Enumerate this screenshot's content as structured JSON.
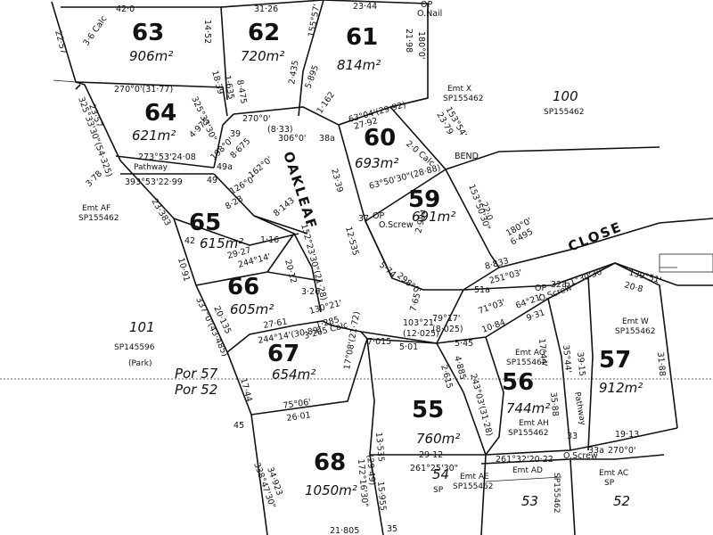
{
  "lots": [
    {
      "id": "63",
      "num": "63",
      "area": "906m²"
    },
    {
      "id": "62",
      "num": "62",
      "area": "720m²"
    },
    {
      "id": "61",
      "num": "61",
      "area": "814m²"
    },
    {
      "id": "64",
      "num": "64",
      "area": "621m²"
    },
    {
      "id": "60",
      "num": "60",
      "area": "693m²"
    },
    {
      "id": "59",
      "num": "59",
      "area": "691m²"
    },
    {
      "id": "65",
      "num": "65",
      "area": "615m²"
    },
    {
      "id": "66",
      "num": "66",
      "area": "605m²"
    },
    {
      "id": "67",
      "num": "67",
      "area": "654m²"
    },
    {
      "id": "56",
      "num": "56",
      "area": "744m²"
    },
    {
      "id": "57",
      "num": "57",
      "area": "912m²"
    },
    {
      "id": "55",
      "num": "55",
      "area": "760m²"
    },
    {
      "id": "68",
      "num": "68",
      "area": "1050m²"
    }
  ],
  "streets": {
    "oakleaf": "OAKLEAF",
    "close": "CLOSE",
    "pathway_a": "Pathway",
    "pathway_b": "Pathway"
  },
  "parcels": {
    "lot100": "100",
    "lot100_sp": "SP155462",
    "lot101": "101",
    "lot101_sp": "SP145596",
    "lot101_note": "(Park)",
    "lot54": "54",
    "lot54_sp": "SP",
    "lot53": "53",
    "lot52": "52",
    "sp_vertical": "SP155462"
  },
  "portions": {
    "por57": "Por 57",
    "por52": "Por 52"
  },
  "easements": {
    "x": "Emt X",
    "x_sp": "SP155462",
    "af": "Emt AF",
    "af_sp": "SP155462",
    "w": "Emt W",
    "w_sp": "SP155462",
    "ag": "Emt AG",
    "ag_sp": "SP155462",
    "ah": "Emt AH",
    "ah_sp": "SP155462",
    "ae": "Emt AE",
    "ae_sp": "SP155462",
    "ad": "Emt AD",
    "ac": "Emt AC",
    "ac_sp": "SP"
  },
  "dimensions": {
    "d_420": "42·0",
    "d_1452": "14·52",
    "d_3126": "31·26",
    "d_2344": "23·44",
    "d_onail": "O.Nail",
    "d_op_top": "OP",
    "d_2198": "21·98",
    "d_rw": "180°0'",
    "d_2257": "22·57",
    "d_36calc": "3·6 Calc",
    "d_270_3177": "270°0'(31·77)",
    "d_1839": "18·39",
    "d_1635": "1·635",
    "d_8475": "8·475",
    "d_1557": "155°57'",
    "d_2435": "2·435",
    "d_5895": "5·895",
    "d_32533": "325°33'30\"",
    "d_270_833": "270°0'",
    "d_833": "(8·33)",
    "d_306": "306°0'",
    "d_1162": "1·162",
    "d_6304": "63°04'(29·92)",
    "d_2792": "27·92",
    "d_2379": "23·79",
    "d_1536": "153°54'",
    "d_2357": "23·57",
    "d_3253": "325°33'30\"(54·325)",
    "d_20calc": "2·0 Calc",
    "d_bend": "BEND",
    "d_27353": "273°53'24·08",
    "d_4975": "4·975",
    "d_1980": "198°0'",
    "d_8675": "8·675",
    "d_39353": "393°53'22·99",
    "d_49": "49",
    "d_49a": "49a",
    "d_39": "39",
    "d_38a": "38a",
    "d_3378": "3·78",
    "d_2383": "23·383",
    "d_2339": "23·39",
    "d_1620": "162°0'",
    "d_6350": "63°50'30\"(28·88)",
    "d_1535": "153°50'30\"",
    "d_220": "22·0",
    "d_1260": "126°0'",
    "d_828": "8·28",
    "d_8143": "8·143",
    "d_37": "37",
    "d_op": "OP",
    "d_oscrew": "O.Screw",
    "d_42": "42",
    "d_1091": "10·91",
    "d_116": "1·16",
    "d_2927": "29·27",
    "d_24414": "244°14'",
    "d_2012": "20·12",
    "d_152": "152°23'30\"(21·28)",
    "d_12535": "12·535",
    "d_2984": "2·984",
    "d_574": "5·74",
    "d_298": "298°0'",
    "d_1800": "180°0'",
    "d_6495": "6·495",
    "d_8833": "8·833",
    "d_25103": "251°03'",
    "d_51a": "51a",
    "d_51303": "51°30'30\"",
    "d_13914": "139°51'",
    "d_208": "20·8",
    "d_326": "3·26",
    "d_13021": "130°21'",
    "d_1285": "1·285",
    "d_765": "7·65",
    "d_79": "79°17'",
    "d_8025": "(8·025)",
    "d_7103": "71°03'",
    "d_6421": "64°21'",
    "d_1084": "10·84",
    "d_931": "9·31",
    "d_32a": "32a",
    "d_33777": "337°0'(43·485)",
    "d_20135": "20·135",
    "d_2761": "27·61",
    "d_244_3089": "244°14'(30·89)",
    "d_3265": "3·265 Calc",
    "d_7015": "7·015",
    "d_501": "5·01",
    "d_103": "103°21'",
    "d_12025": "(12·025)",
    "d_545": "5·45",
    "d_1794": "17°44'",
    "d_3544": "35°44'",
    "d_3915": "39·15",
    "d_3188": "31·88",
    "d_1744": "17·44",
    "d_75": "75°06'",
    "d_2601": "26·01",
    "d_45": "45",
    "d_17708": "17°08'(21·72)",
    "d_2615": "2·615",
    "d_4885": "4·885",
    "d_243": "243°03'(31·28)",
    "d_3588": "35·88",
    "d_1913": "19·13",
    "d_33a": "33a",
    "d_33": "33",
    "d_270c": "270°0'",
    "d_2912": "29·12",
    "d_26125": "261°25'30\"",
    "d_26132": "261°32'20·22",
    "d_13535": "13·535",
    "d_172": "172°16'30\"",
    "d_29": "(29·49)",
    "d_15955": "15·955",
    "d_33847": "338°47'30\"",
    "d_34923": "34·923",
    "d_21805": "21·805",
    "d_35": "35",
    "d_op2": "OP",
    "d_oscrew2": "O.Screw",
    "d_oscrew3": "O.Screw"
  }
}
